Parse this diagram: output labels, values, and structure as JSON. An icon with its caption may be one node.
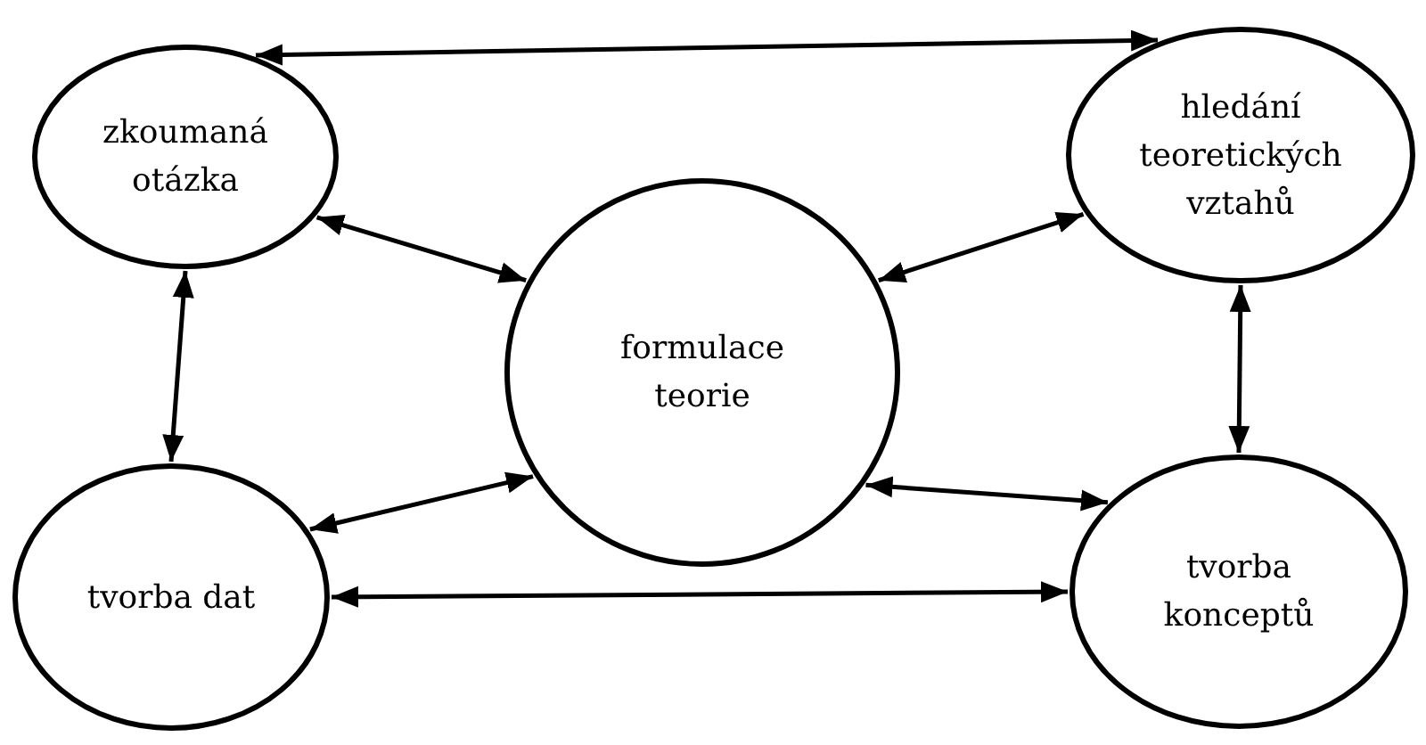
{
  "diagram": {
    "nodes": [
      {
        "text": [
          "zkoumaná otázka"
        ]
      },
      {
        "text": [
          "hledání teoretických vztahů"
        ]
      },
      {
        "text": [
          "formulace teorie"
        ]
      },
      {
        "text": [
          "tvorba dat"
        ]
      },
      {
        "text": [
          "tvorba konceptů"
        ]
      }
    ],
    "edges": [
      {
        "from": 0,
        "to": 1,
        "arrow": "both"
      },
      {
        "from": 0,
        "to": 3,
        "arrow": "both"
      },
      {
        "from": 0,
        "to": 2,
        "arrow": "both"
      },
      {
        "from": 1,
        "to": 2,
        "arrow": "both"
      },
      {
        "from": 1,
        "to": 4,
        "arrow": "both"
      },
      {
        "from": 3,
        "to": 2,
        "arrow": "both"
      },
      {
        "from": 4,
        "to": 2,
        "arrow": "both"
      },
      {
        "from": 3,
        "to": 4,
        "arrow": "both"
      }
    ]
  }
}
